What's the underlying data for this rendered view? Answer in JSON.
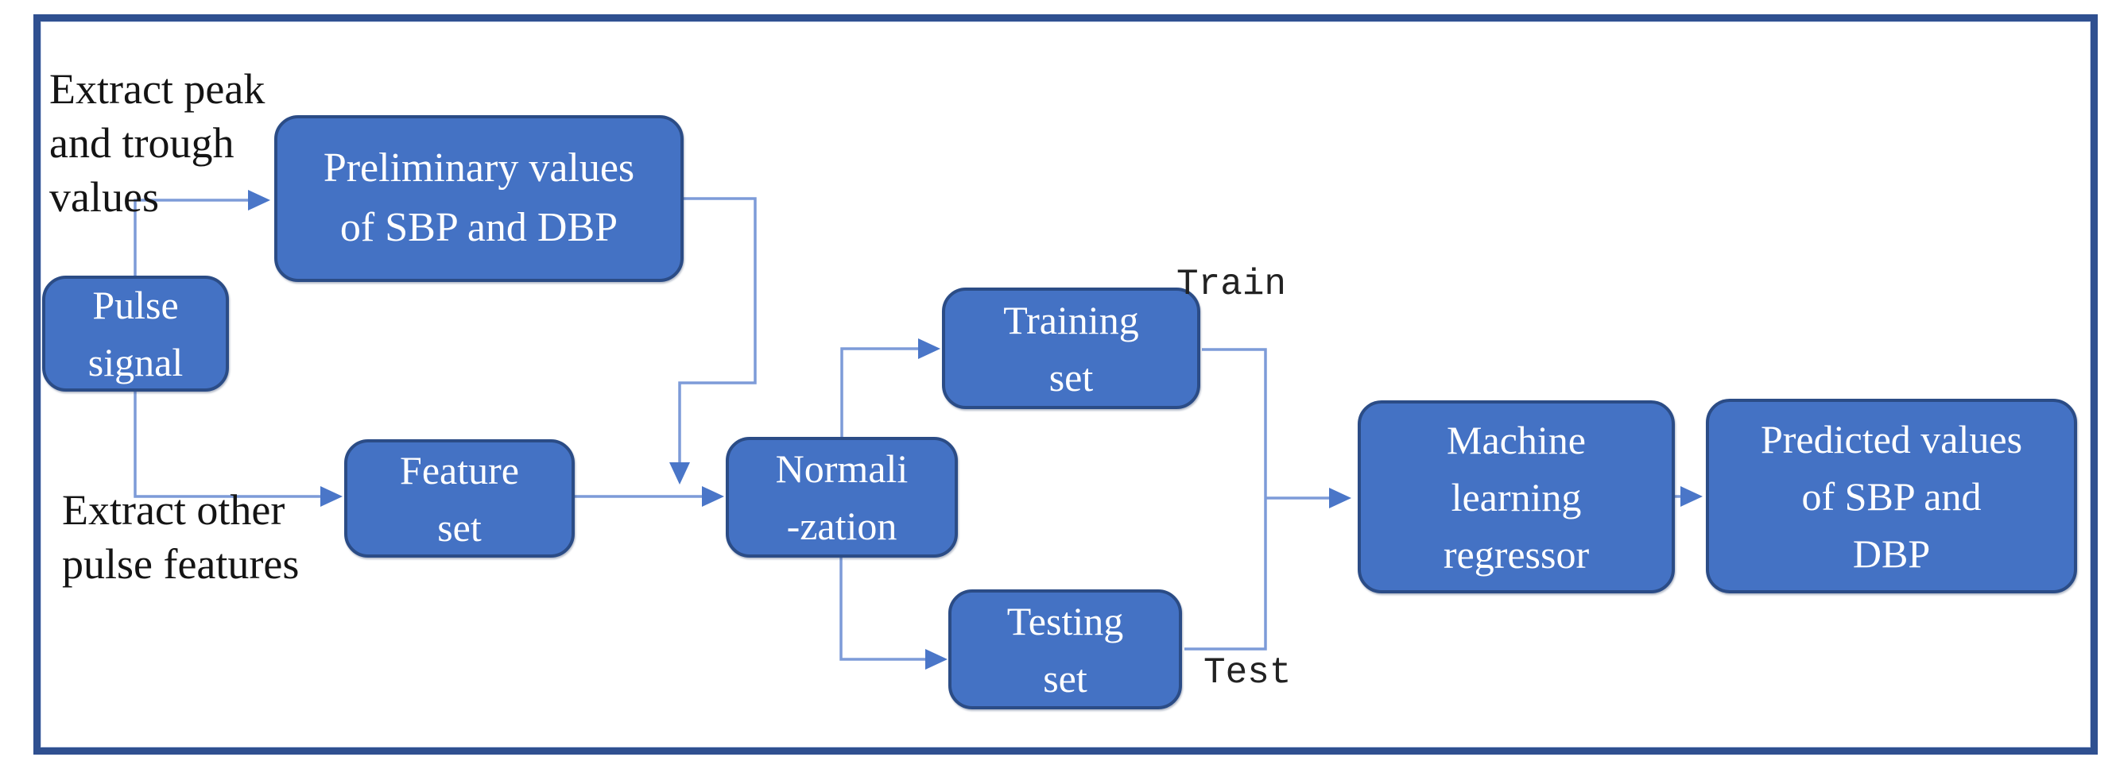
{
  "figure": {
    "type": "flowchart",
    "description": "Blood pressure estimation pipeline flowchart",
    "colors": {
      "node_fill": "#4472C4",
      "node_border": "#2B4C86",
      "connector": "#7D9BD8",
      "arrowhead": "#4A76C8",
      "frame_border": "#2F5090",
      "background": "#FFFFFF",
      "node_text": "#FFFFFF",
      "annotation_text": "#141414"
    }
  },
  "nodes": {
    "preliminary": {
      "label": "Preliminary values\nof SBP and DBP"
    },
    "pulse": {
      "label": "Pulse\nsignal"
    },
    "feature": {
      "label": "Feature\nset"
    },
    "normalization": {
      "label": "Normali\n-zation"
    },
    "training": {
      "label": "Training\nset"
    },
    "testing": {
      "label": "Testing\nset"
    },
    "ml": {
      "label": "Machine\nlearning\nregressor"
    },
    "predicted": {
      "label": "Predicted values\nof SBP and\nDBP"
    }
  },
  "annotations": {
    "extract_peak": "Extract peak\nand trough\nvalues",
    "extract_other": "Extract other\npulse features",
    "train": "Train",
    "test": "Test"
  },
  "edges": [
    {
      "from": "Pulse signal",
      "to": "Preliminary values of SBP and DBP",
      "label": "Extract peak and trough values"
    },
    {
      "from": "Pulse signal",
      "to": "Feature set",
      "label": "Extract other pulse features"
    },
    {
      "from": "Preliminary values of SBP and DBP",
      "to": "Normali-zation",
      "label": ""
    },
    {
      "from": "Feature set",
      "to": "Normali-zation",
      "label": ""
    },
    {
      "from": "Normali-zation",
      "to": "Training set",
      "label": ""
    },
    {
      "from": "Normali-zation",
      "to": "Testing set",
      "label": ""
    },
    {
      "from": "Training set",
      "to": "Machine learning regressor",
      "label": "Train"
    },
    {
      "from": "Testing set",
      "to": "Machine learning regressor",
      "label": "Test"
    },
    {
      "from": "Machine learning regressor",
      "to": "Predicted values of SBP and DBP",
      "label": ""
    }
  ]
}
